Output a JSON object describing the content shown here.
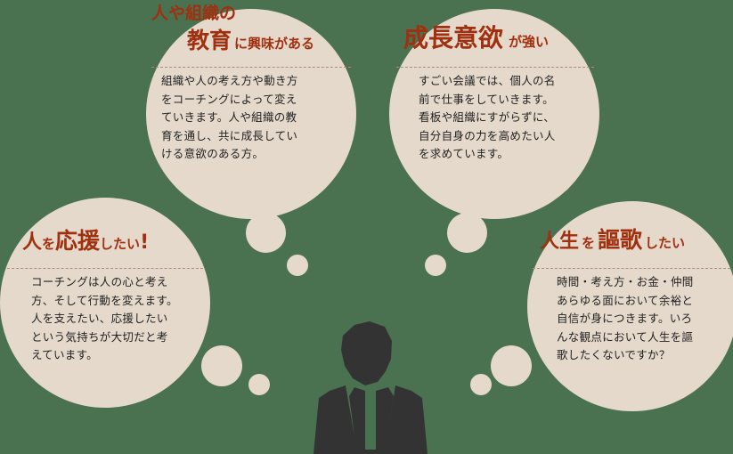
{
  "colors": {
    "background": "#4a7150",
    "bubble": "#e4d9cb",
    "title": "#a0300f",
    "text": "#222222",
    "silhouette": "#333333"
  },
  "bubbles": [
    {
      "id": "top-left",
      "title_line1": "人や組織の",
      "title_big": "教育",
      "title_small": "に興味がある",
      "body": "組織や人の考え方や動き方\nをコーチングによって変え\nていきます。人や組織の教\n育を通し、共に成長してい\nける意欲のある方。"
    },
    {
      "id": "top-right",
      "title_big": "成長意欲",
      "title_small": "が強い",
      "body": "すごい会議では、個人の名\n前で仕事をしていきます。\n看板や組織にすがらずに、\n自分自身の力を高めたい人\nを求めています。"
    },
    {
      "id": "left",
      "title_big1": "人",
      "title_small1": "を",
      "title_big2": "応援",
      "title_small2": "したい",
      "title_mark": "!",
      "body": "コーチングは人の心と考え\n方、そして行動を変えます。\n人を支えたい、応援したい\nという気持ちが大切だと考\nえています。"
    },
    {
      "id": "right",
      "title_big1": "人生",
      "title_small1": "を",
      "title_big2": "謳歌",
      "title_small2": "したい",
      "body": "時間・考え方・お金・仲間\nあらゆる面において余裕と\n自信が身につきます。いろ\nんな観点において人生を謳\n歌したくないですか？"
    }
  ],
  "figure": {
    "icon": "businessman-silhouette-icon"
  }
}
